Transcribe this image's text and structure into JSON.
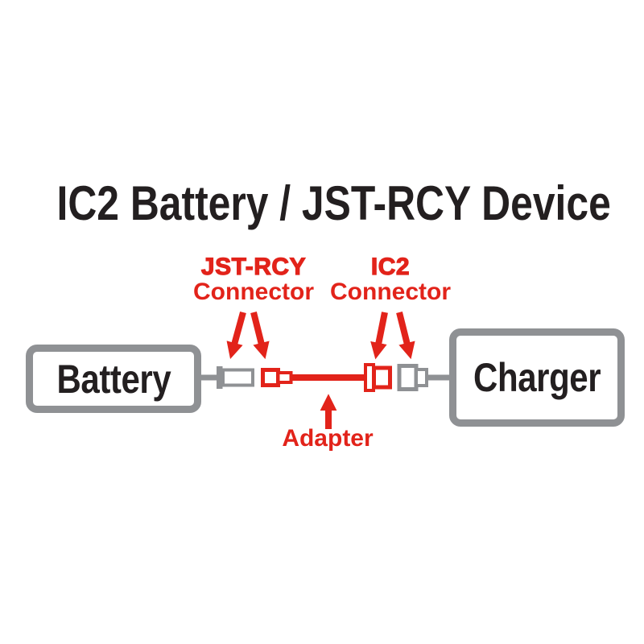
{
  "title": "IC2 Battery / JST-RCY Device",
  "colors": {
    "accent_red": "#e2231a",
    "connector_gray": "#8f9194",
    "text_black": "#231f20",
    "background": "#ffffff"
  },
  "diagram": {
    "battery_label": "Battery",
    "charger_label": "Charger",
    "jst_rcy_callout": {
      "line1": "JST-RCY",
      "line2": "Connector"
    },
    "ic2_callout": {
      "line1": "IC2",
      "line2": "Connector"
    },
    "adapter_callout": "Adapter"
  },
  "icons": {
    "jst_rcy_pointers": "down-arrow-icon",
    "ic2_pointers": "down-arrow-icon",
    "adapter_pointer": "up-arrow-icon"
  }
}
